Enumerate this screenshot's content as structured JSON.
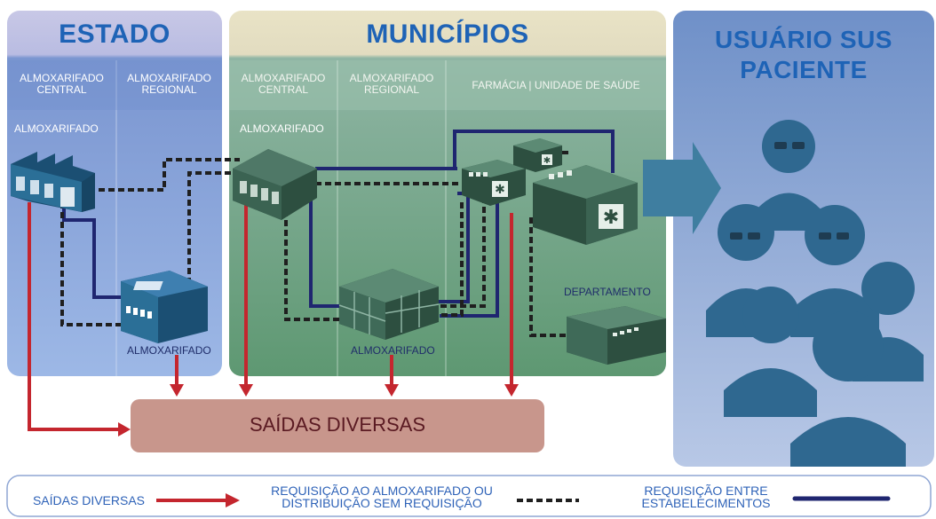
{
  "sections": {
    "estado": {
      "title": "ESTADO",
      "columns": [
        "ALMOXARIFADO CENTRAL",
        "ALMOXARIFADO REGIONAL"
      ],
      "label_central": "ALMOXARIFADO",
      "label_regional": "ALMOXARIFADO"
    },
    "municipios": {
      "title": "MUNICÍPIOS",
      "columns": [
        "ALMOXARIFADO CENTRAL",
        "ALMOXARIFADO REGIONAL",
        "FARMÁCIA | UNIDADE DE SAÚDE"
      ],
      "label_central": "ALMOXARIFADO",
      "label_regional": "ALMOXARIFADO",
      "label_departamento": "DEPARTAMENTO"
    },
    "usuario": {
      "title_line1": "USUÁRIO SUS",
      "title_line2": "PACIENTE"
    }
  },
  "saidas_box": "SAÍDAS DIVERSAS",
  "legend": {
    "saidas": "SAÍDAS DIVERSAS",
    "requisicao_line1": "REQUISIÇÃO AO ALMOXARIFADO OU",
    "requisicao_line2": "DISTRIBUIÇÃO SEM REQUISIÇÃO",
    "entre_line1": "REQUISIÇÃO ENTRE",
    "entre_line2": "ESTABELECIMENTOS"
  },
  "colors": {
    "red_arrow": "#c4262e",
    "dashed_line": "#1f1f1f",
    "navy_line": "#1f2670",
    "estado_bg": "#7e9fd6",
    "municipios_bg": "#6fa085",
    "usuario_bg": "#8ba6d4",
    "saidas_bg": "#c8968c",
    "title_blue": "#1e63b6"
  },
  "icons": [
    "warehouse-icon",
    "building-icon",
    "boxes-icon",
    "pharmacy-icon",
    "hospital-icon",
    "people-icon",
    "big-arrow-icon"
  ]
}
